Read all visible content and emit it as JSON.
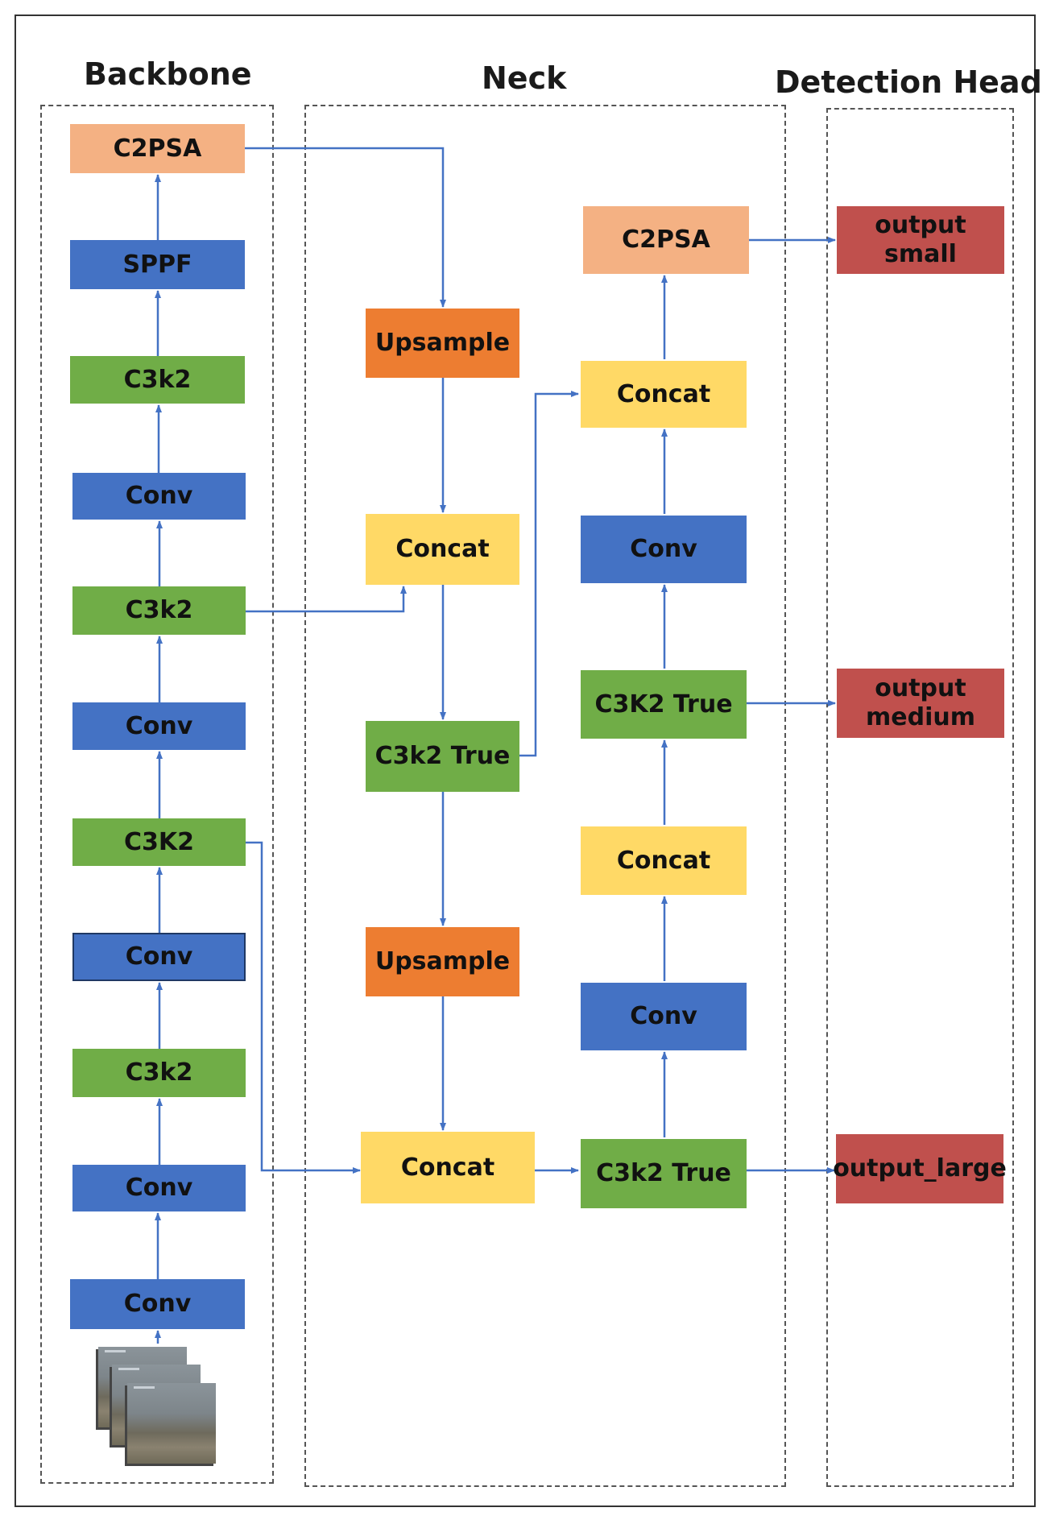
{
  "sections": {
    "backbone": "Backbone",
    "neck": "Neck",
    "head": "Detection Head"
  },
  "backbone_nodes": [
    "C2PSA",
    "SPPF",
    "C3k2",
    "Conv",
    "C3k2",
    "Conv",
    "C3K2",
    "Conv",
    "C3k2",
    "Conv",
    "Conv"
  ],
  "neck_left_nodes": [
    "Upsample",
    "Concat",
    "C3k2 True",
    "Upsample",
    "Concat"
  ],
  "neck_right_nodes": [
    "C2PSA",
    "Concat",
    "Conv",
    "C3K2 True",
    "Concat",
    "Conv",
    "C3k2 True"
  ],
  "head_nodes": [
    "output\nsmall",
    "output\nmedium",
    "output_large"
  ],
  "colors": {
    "conv": "#4472C4",
    "c3k2": "#70AD47",
    "c2psa": "#F4B183",
    "upsample": "#ED7D31",
    "concat": "#FFD966",
    "output": "#C0504D",
    "arrow": "#4472C4"
  }
}
